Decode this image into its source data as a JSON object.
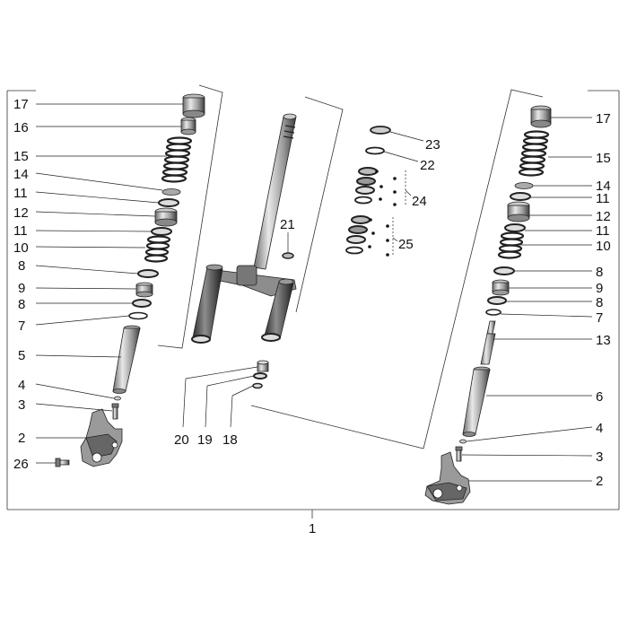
{
  "assembly_label": "1",
  "left_leg": {
    "labels": [
      "17",
      "16",
      "15",
      "14",
      "11",
      "12",
      "11",
      "10",
      "8",
      "9",
      "8",
      "7",
      "5",
      "4",
      "3",
      "2",
      "26"
    ]
  },
  "center": {
    "labels": [
      "21",
      "20",
      "19",
      "18"
    ]
  },
  "bearing_stack": {
    "labels": [
      "23",
      "22",
      "24",
      "25"
    ]
  },
  "right_leg": {
    "labels": [
      "17",
      "15",
      "14",
      "11",
      "12",
      "11",
      "10",
      "8",
      "9",
      "8",
      "7",
      "13",
      "6",
      "4",
      "3",
      "2"
    ]
  }
}
